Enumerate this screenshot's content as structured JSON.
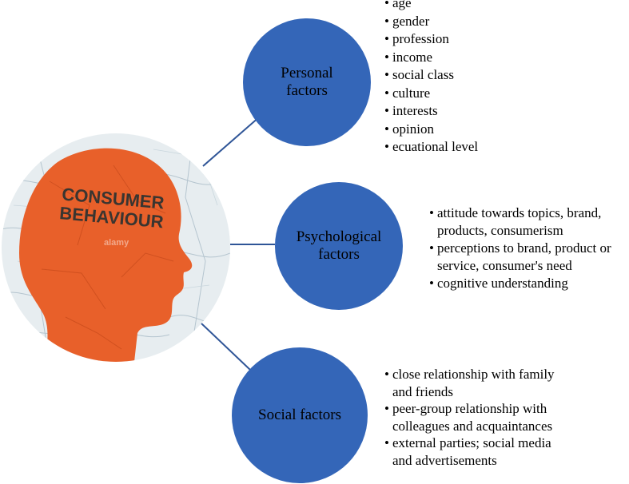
{
  "colors": {
    "circle_fill": "#3466b8",
    "connector": "#2f5597",
    "head_orange": "#e8602a",
    "map_background": "#e7edf0"
  },
  "image": {
    "title_line1": "CONSUMER",
    "title_line2": "BEHAVIOUR",
    "watermark": "alamy"
  },
  "personal": {
    "label": "Personal factors",
    "bullet": "•",
    "items": [
      "age",
      "gender",
      "profession",
      "income",
      "social class",
      "culture",
      "interests",
      "opinion",
      "ecuational level"
    ]
  },
  "psychological": {
    "label": "Psychological factors",
    "bullet": "•",
    "items": [
      "attitude towards topics, brand, products, consumerism",
      "perceptions to brand, product or service, consumer's need",
      "cognitive understanding"
    ]
  },
  "social": {
    "label": "Social factors",
    "bullet": "•",
    "items": [
      "close relationship with family and friends",
      "peer-group relationship with colleagues and acquaintances",
      "external parties; social media and advertisements"
    ]
  }
}
